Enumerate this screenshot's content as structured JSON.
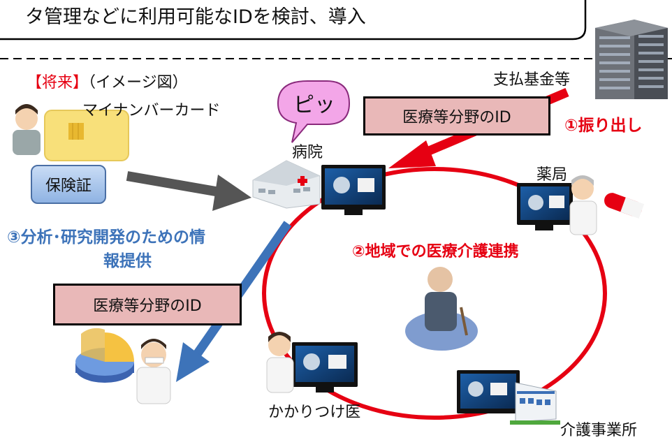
{
  "header": {
    "top_text": "タ管理などに利用可能なIDを検討、導入"
  },
  "labels": {
    "future_bracket": "【将来】",
    "image_figure": "（イメージ図）",
    "mynumber_card": "マイナンバーカード",
    "insurance_card": "保険証",
    "pip": "ピッ",
    "hospital": "病院",
    "payment_fund": "支払基金等",
    "pharmacy": "薬局",
    "family_doctor": "かかりつけ医",
    "care_office": "介護事業所"
  },
  "id_boxes": {
    "top": "医療等分野のID",
    "left": "医療等分野のID"
  },
  "steps": {
    "step1": "①振り出し",
    "step2": "②地域での医療介護連携",
    "step3_line1": "③分析･研究開発のための情",
    "step3_line2": "報提供"
  },
  "colors": {
    "red": "#e60012",
    "blue": "#3d73b9",
    "pink": "#e9b8b8",
    "gray_arrow": "#555555",
    "bubble": "#f3a6e8"
  },
  "icons": [
    "building-icon",
    "person-icon",
    "card-chip-icon",
    "hospital-icon",
    "monitor-icon",
    "pharmacist-icon",
    "capsule-icon",
    "elderly-person-icon",
    "doctor-icon",
    "care-facility-icon",
    "pie-chart-icon",
    "researcher-icon"
  ]
}
